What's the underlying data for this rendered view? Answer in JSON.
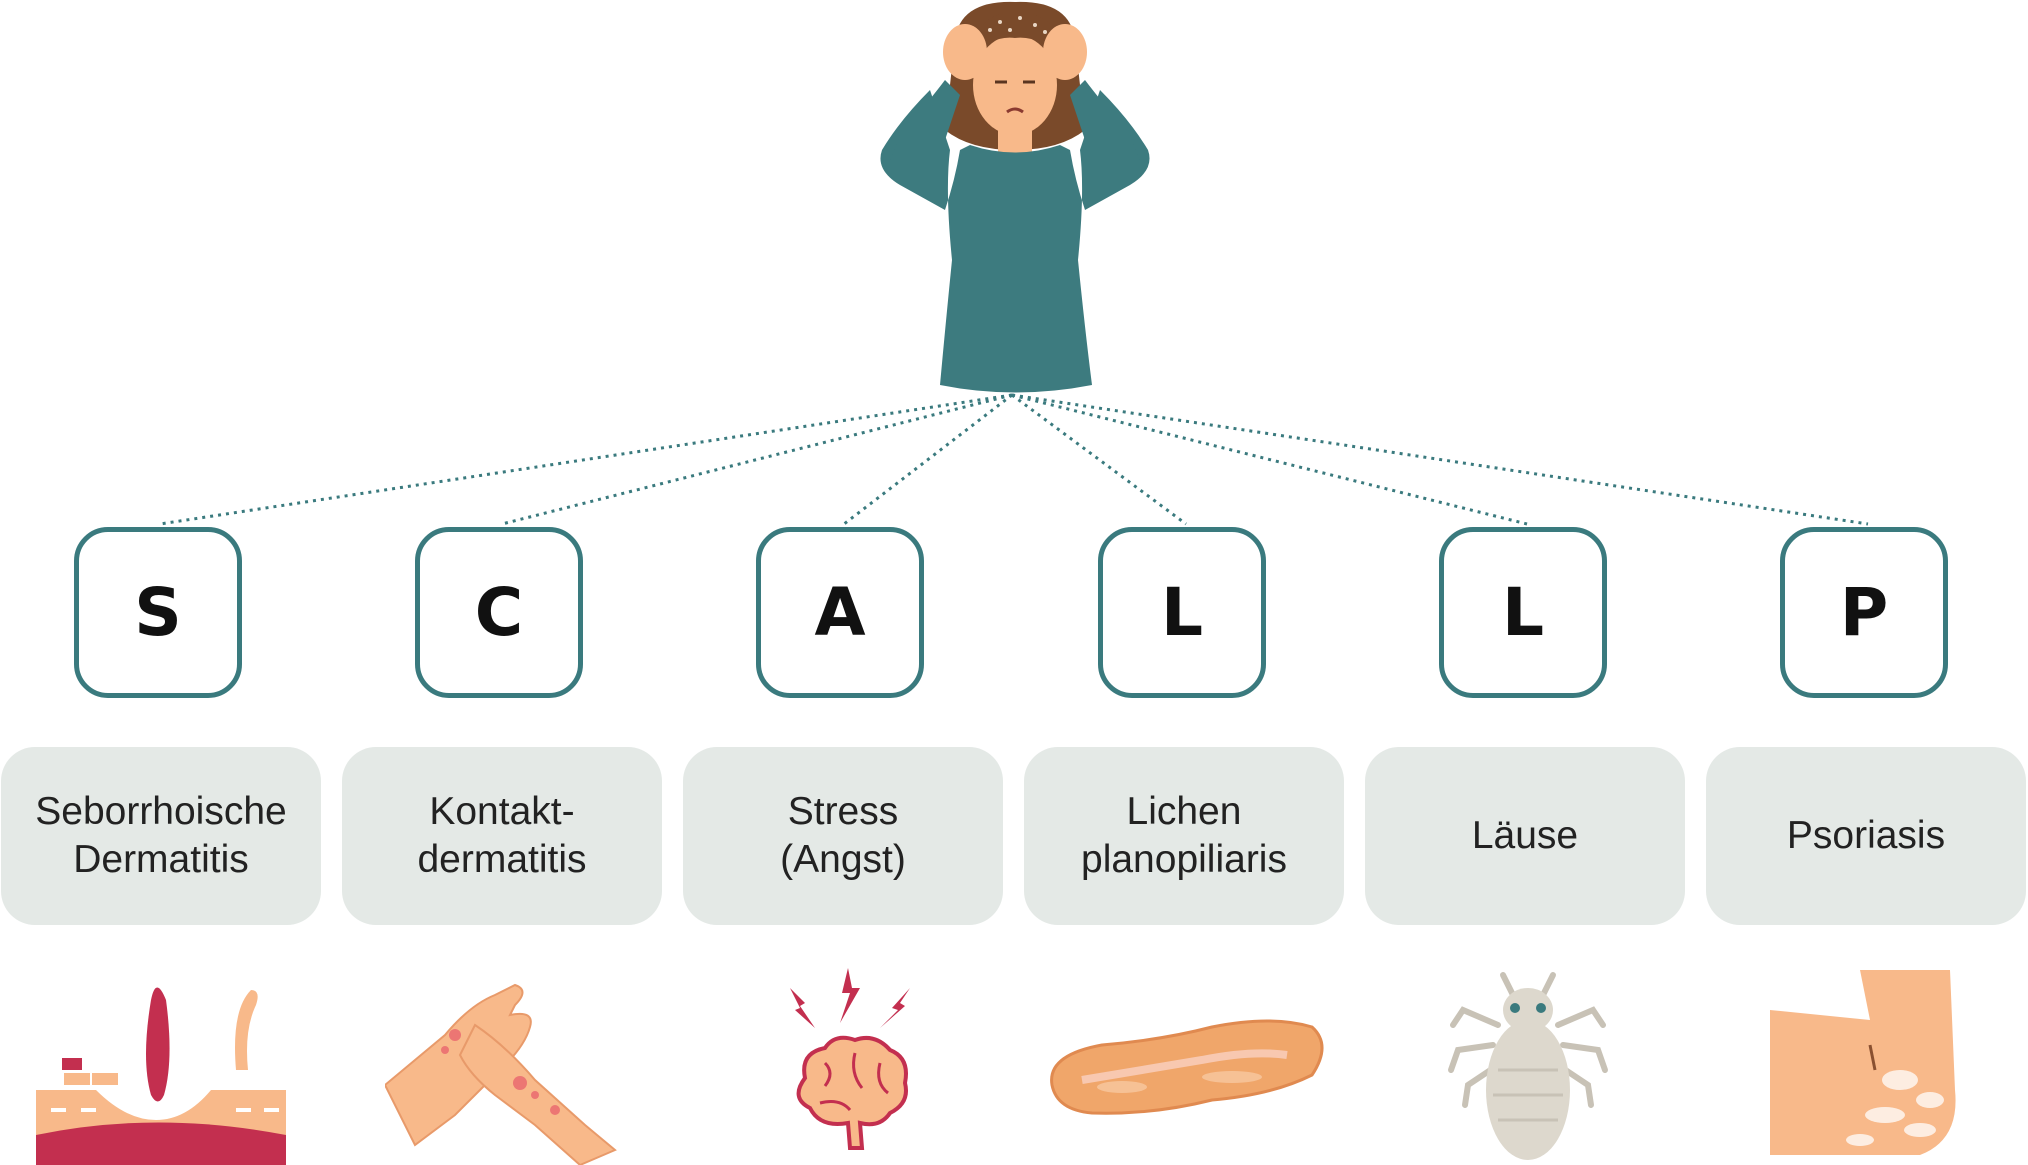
{
  "colors": {
    "teal": "#3a7a7e",
    "label_bg": "#e4e9e6",
    "skin": "#f8b98a",
    "hair": "#7a4a2a",
    "crimson": "#c32f4f"
  },
  "items": [
    {
      "letter": "S",
      "label_line1": "Seborrhoische",
      "label_line2": "Dermatitis",
      "icon": "skin-hair-follicle-icon"
    },
    {
      "letter": "C",
      "label_line1": "Kontakt-",
      "label_line2": "dermatitis",
      "icon": "rash-hands-icon"
    },
    {
      "letter": "A",
      "label_line1": "Stress",
      "label_line2": "(Angst)",
      "icon": "stressed-brain-icon"
    },
    {
      "letter": "L",
      "label_line1": "Lichen",
      "label_line2": "planopiliaris",
      "icon": "skin-lesion-icon"
    },
    {
      "letter": "L",
      "label_line1": "Läuse",
      "label_line2": "",
      "icon": "louse-icon"
    },
    {
      "letter": "P",
      "label_line1": "Psoriasis",
      "label_line2": "",
      "icon": "psoriasis-elbow-icon"
    }
  ]
}
